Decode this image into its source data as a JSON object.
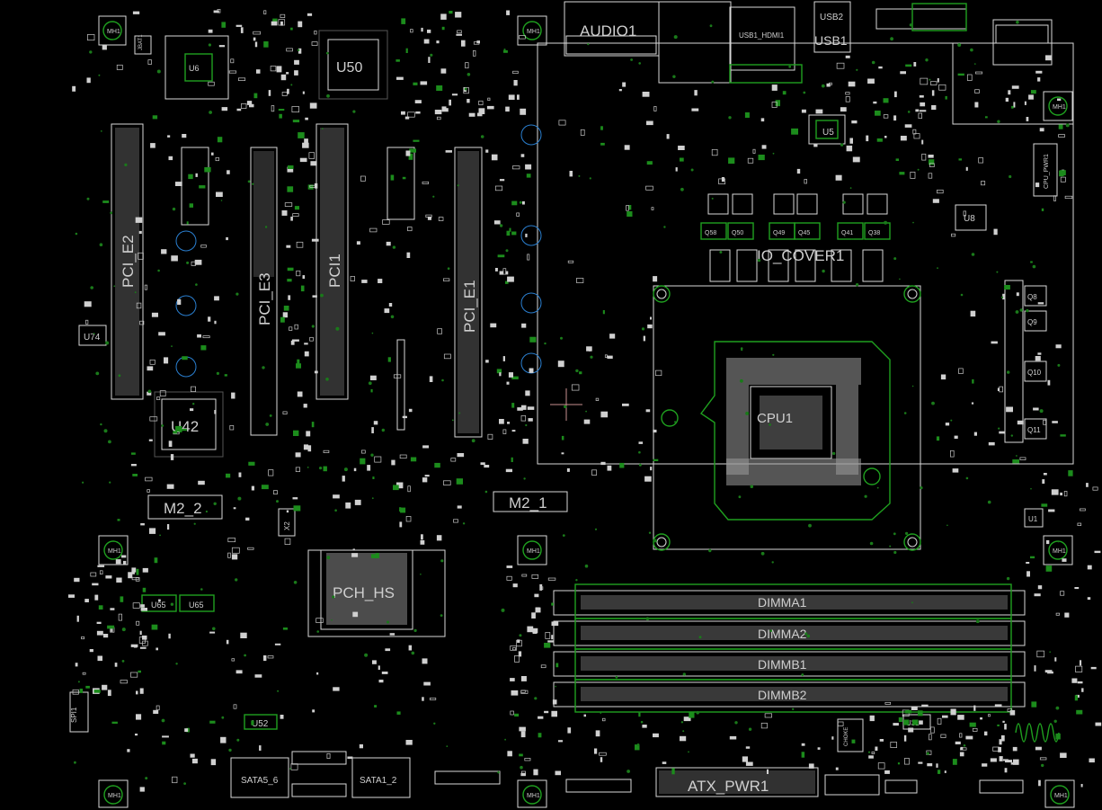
{
  "viewer": {
    "background": "#000000",
    "silkscreen_color": "#d8d8d8",
    "copper_color": "#1fa01f",
    "hole_color": "#2a7fd0",
    "cursor_color": "#c89090"
  },
  "components": {
    "audio": "AUDIO1",
    "usb_hdmi": "USB1_HDMI1",
    "usb1": "USB1",
    "usb2": "USB2",
    "io_cover": "IO_COVER1",
    "u50": "U50",
    "u42": "U42",
    "u74": "U74",
    "u1": "U1",
    "u8": "U8",
    "u5": "U5",
    "u6": "U6",
    "u52": "U52",
    "u65a": "U65",
    "u65b": "U65",
    "u71": "U71",
    "u31": "U31",
    "q58": "Q58",
    "q50": "Q50",
    "q49": "Q49",
    "q45": "Q45",
    "q41": "Q41",
    "q38": "Q38",
    "q8": "Q8",
    "q9": "Q9",
    "q10": "Q10",
    "q11": "Q11",
    "pci_e2": "PCI_E2",
    "pci_e3": "PCI_E3",
    "pci_e1": "PCI_E1",
    "pci1": "PCI1",
    "m2_1": "M2_1",
    "m2_2": "M2_2",
    "pch": "PCH_HS",
    "cpu": "CPU1",
    "dimm_a1": "DIMMA1",
    "dimm_a2": "DIMMA2",
    "dimm_b1": "DIMMB1",
    "dimm_b2": "DIMMB2",
    "atx_pwr": "ATX_PWR1",
    "sata6": "SATA5_6",
    "sata2": "SATA1_2",
    "spi": "SPI1",
    "mh": "MH1",
    "jbat": "JBAT1",
    "cpwr": "CPU_PWR1",
    "choke": "CHOKE",
    "sw": "X2"
  }
}
